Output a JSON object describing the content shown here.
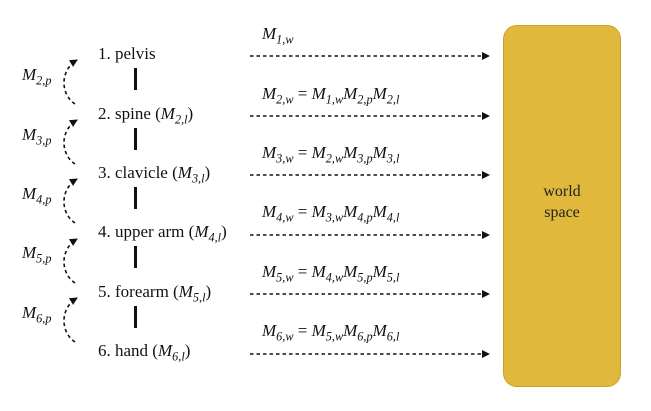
{
  "bones": [
    {
      "label": "1. pelvis",
      "local_sub": ""
    },
    {
      "label": "2. spine (",
      "local_sub": "2,l"
    },
    {
      "label": "3. clavicle (",
      "local_sub": "3,l"
    },
    {
      "label": "4. upper arm (",
      "local_sub": "4,l"
    },
    {
      "label": "5. forearm (",
      "local_sub": "5,l"
    },
    {
      "label": "6. hand (",
      "local_sub": "6,l"
    }
  ],
  "parent_mats": [
    "2,p",
    "3,p",
    "4,p",
    "5,p",
    "6,p"
  ],
  "formulas": [
    {
      "lhs": "1,w",
      "rhs": []
    },
    {
      "lhs": "2,w",
      "rhs": [
        "1,w",
        "2,p",
        "2,l"
      ]
    },
    {
      "lhs": "3,w",
      "rhs": [
        "2,w",
        "3,p",
        "3,l"
      ]
    },
    {
      "lhs": "4,w",
      "rhs": [
        "3,w",
        "4,p",
        "4,l"
      ]
    },
    {
      "lhs": "5,w",
      "rhs": [
        "4,w",
        "5,p",
        "5,l"
      ]
    },
    {
      "lhs": "6,w",
      "rhs": [
        "5,w",
        "6,p",
        "6,l"
      ]
    }
  ],
  "matrix_symbol": "M",
  "world_label_line1": "world",
  "world_label_line2": "space",
  "colors": {
    "world_fill": "#e0b83c",
    "stroke": "#111111"
  }
}
